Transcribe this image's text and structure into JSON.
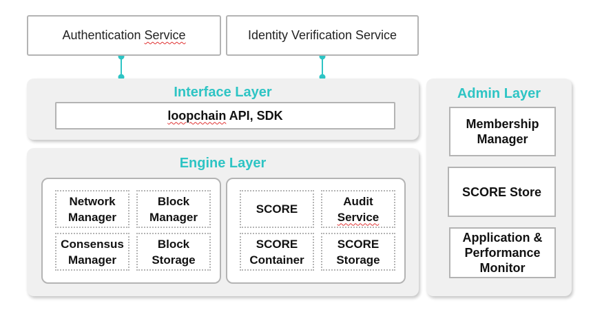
{
  "services": {
    "auth": {
      "prefix": "Authentication ",
      "service_word": "Service"
    },
    "identity": "Identity Verification Service"
  },
  "colors": {
    "accent": "#2ec4c4",
    "border": "#b3b3b3",
    "panel_bg": "#f0f0f0"
  },
  "interface_layer": {
    "title": "Interface Layer",
    "api": {
      "brand": "loopchain",
      "rest": " API, SDK"
    }
  },
  "engine_layer": {
    "title": "Engine Layer",
    "left_group": [
      {
        "line1": "Network",
        "line2": "Manager"
      },
      {
        "line1": "Block",
        "line2": "Manager"
      },
      {
        "line1": "Consensus",
        "line2": "Manager"
      },
      {
        "line1": "Block",
        "line2": "Storage"
      }
    ],
    "right_group": [
      {
        "line1": "SCORE",
        "line2": ""
      },
      {
        "line1": "Audit",
        "line2": "Service"
      },
      {
        "line1": "SCORE",
        "line2": "Container"
      },
      {
        "line1": "SCORE",
        "line2": "Storage"
      }
    ]
  },
  "admin_layer": {
    "title": "Admin Layer",
    "membership": {
      "line1": "Membership",
      "line2": "Manager"
    },
    "score_store": "SCORE Store",
    "apm": {
      "line1": "Application &",
      "line2": "Performance",
      "line3": "Monitor"
    }
  }
}
